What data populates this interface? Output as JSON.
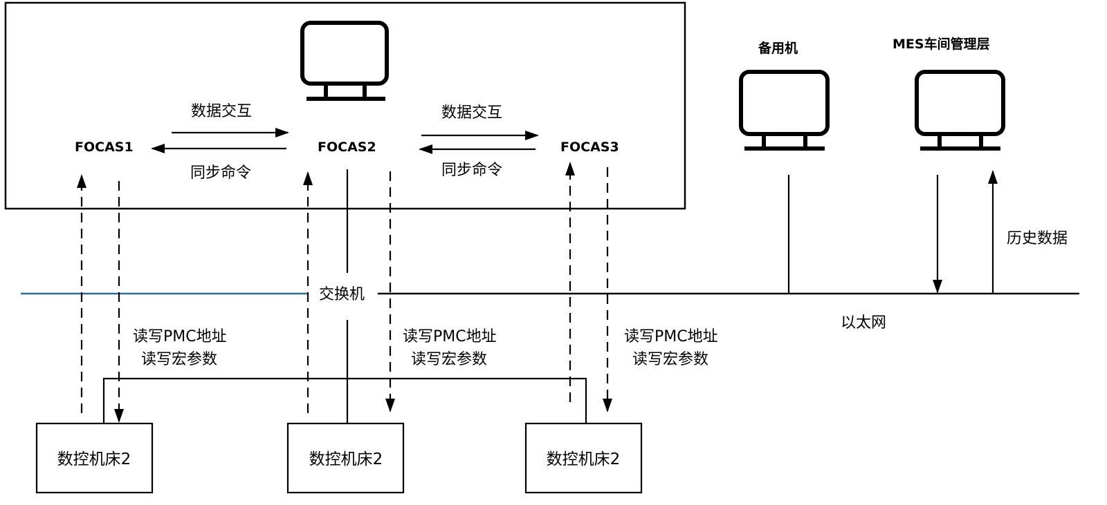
{
  "labels": {
    "exchange_top_left": "数据交互",
    "sync_cmd_left": "同步命令",
    "exchange_top_right": "数据交互",
    "sync_cmd_right": "同步命令",
    "focas1": "FOCAS1",
    "focas2": "FOCAS2",
    "focas3": "FOCAS3",
    "backup": "备用机",
    "mes": "MES车间管理层",
    "history": "历史数据",
    "switch": "交换机",
    "ethernet": "以太网",
    "rw_pmc": "读写PMC地址",
    "rw_macro": "读写宏参数"
  },
  "machines": [
    {
      "label": "数控机床2"
    },
    {
      "label": "数控机床2"
    },
    {
      "label": "数控机床2"
    }
  ],
  "colors": {
    "line": "#000000",
    "network_left": "#2c6e8f"
  },
  "icons": [
    "monitor-icon",
    "monitor-icon",
    "monitor-icon"
  ]
}
